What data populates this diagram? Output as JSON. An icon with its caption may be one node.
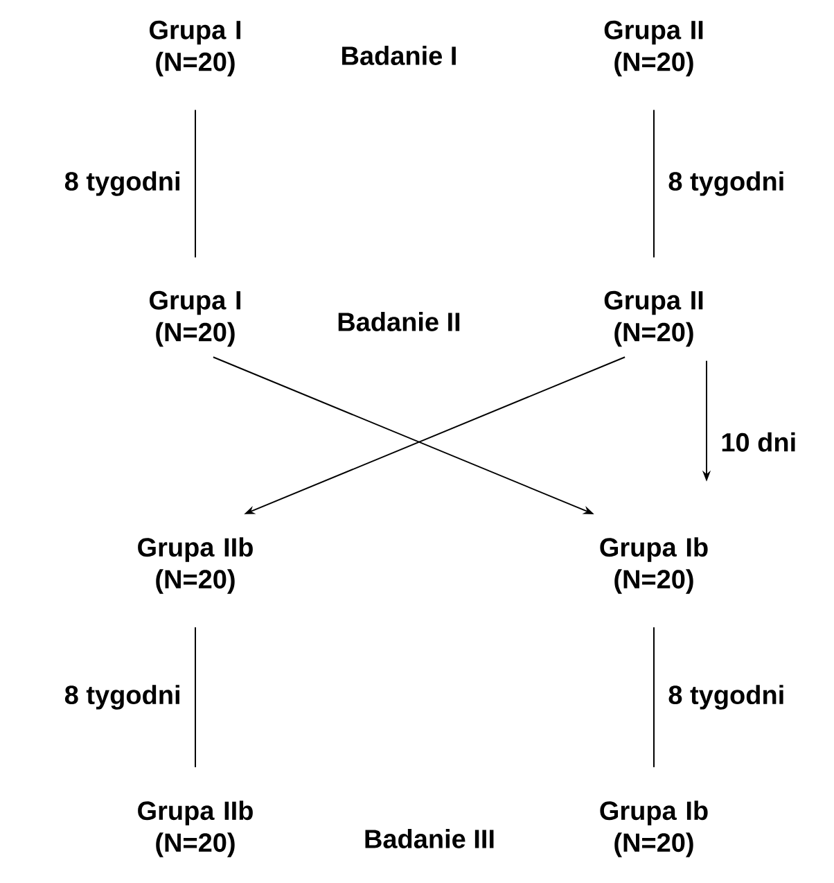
{
  "diagram": {
    "nodes": [
      {
        "text": [
          "Grupa I (N=20)"
        ]
      },
      {
        "text": [
          "Grupa II (N=20)"
        ]
      },
      {
        "text": [
          "Grupa I (N=20)"
        ]
      },
      {
        "text": [
          "Grupa II (N=20)"
        ]
      },
      {
        "text": [
          "Grupa IIb (N=20)"
        ]
      },
      {
        "text": [
          "Grupa Ib (N=20)"
        ]
      },
      {
        "text": [
          "Grupa IIb (N=20)"
        ]
      },
      {
        "text": [
          "Grupa Ib (N=20)"
        ]
      }
    ],
    "edges": [
      {
        "from": 0,
        "to": 2,
        "arrow": "none",
        "label": "8 tygodni"
      },
      {
        "from": 1,
        "to": 3,
        "arrow": "none",
        "label": "8 tygodni"
      },
      {
        "from": 2,
        "to": 5,
        "arrow": "to"
      },
      {
        "from": 3,
        "to": 4,
        "arrow": "to"
      },
      {
        "from": 3,
        "to": 5,
        "arrow": "to",
        "label": "10 dni"
      },
      {
        "from": 4,
        "to": 6,
        "arrow": "none",
        "label": "8 tygodni"
      },
      {
        "from": 5,
        "to": 7,
        "arrow": "none",
        "label": "8 tygodni"
      }
    ],
    "labels": [
      "Badanie I",
      "Badanie II",
      "Badanie III"
    ]
  }
}
